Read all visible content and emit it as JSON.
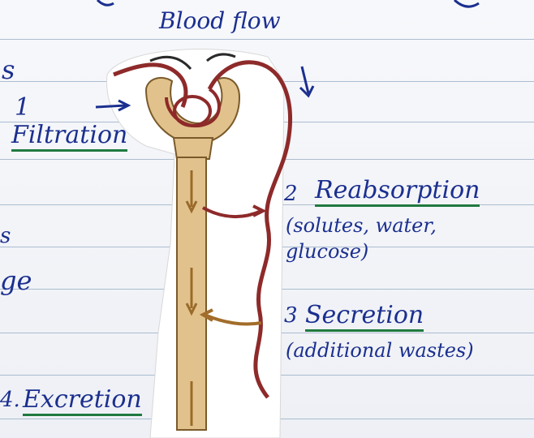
{
  "diagram": {
    "title": "Blood flow",
    "steps": [
      {
        "number": "1",
        "label": "Filtration",
        "note": ""
      },
      {
        "number": "2",
        "label": "Reabsorption",
        "note": "(solutes, water, glucose)"
      },
      {
        "number": "3",
        "label": "Secretion",
        "note": "(additional wastes)"
      },
      {
        "number": "4.",
        "label": "Excretion",
        "note": ""
      }
    ],
    "partial_text": [
      "s",
      "s",
      "ge"
    ],
    "colors": {
      "ink_blue": "#1b2f8f",
      "underline_green": "#1f7a3f",
      "vessel_red": "#8e2a2a",
      "tubule_tan": "#e2c28c",
      "arrow_brown": "#a26d2a"
    }
  }
}
